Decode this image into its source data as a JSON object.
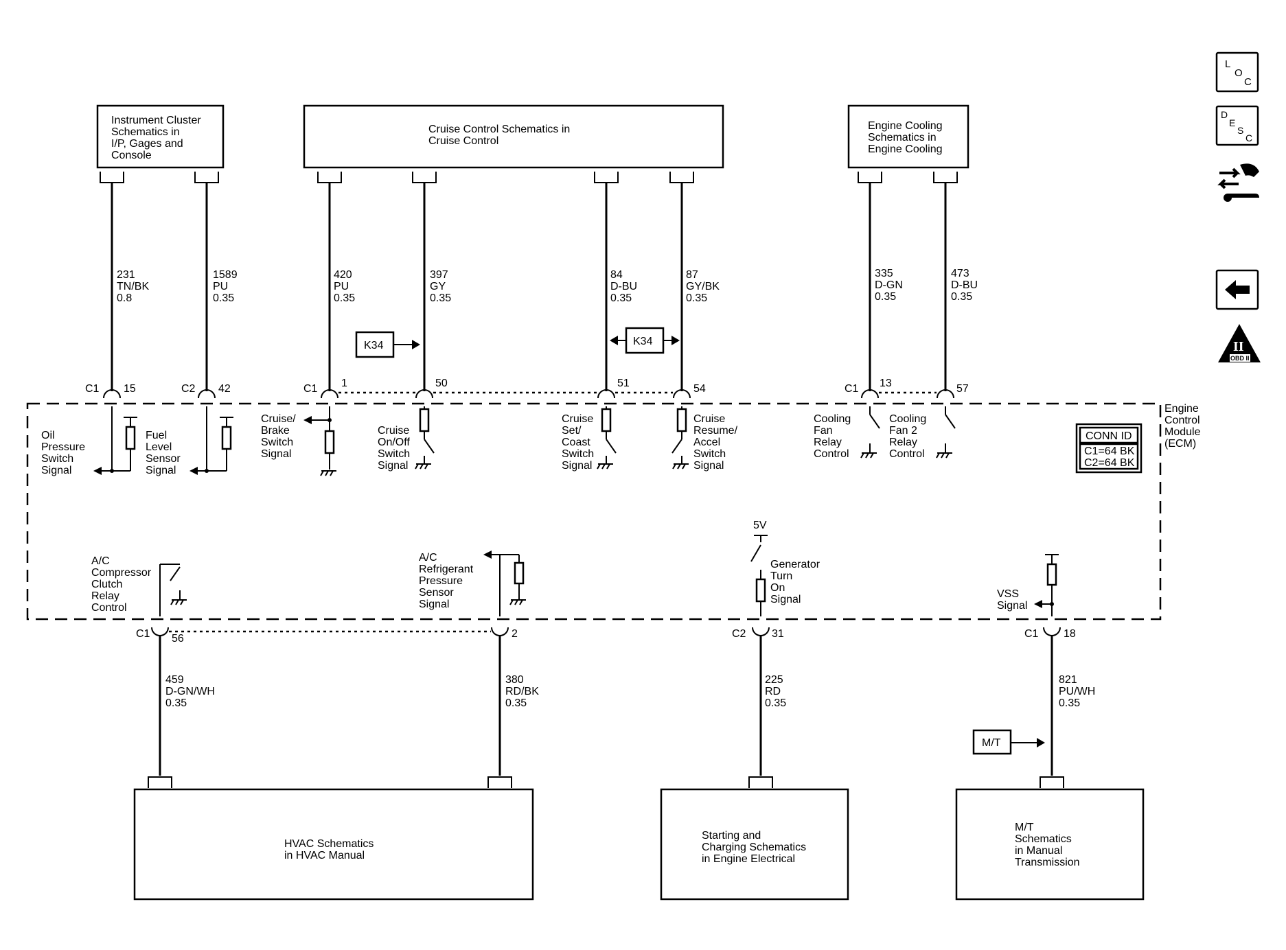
{
  "modules": {
    "instrument_cluster": [
      "Instrument Cluster",
      "Schematics in",
      "I/P, Gages and",
      "Console"
    ],
    "cruise_control": [
      "Cruise Control Schematics in",
      "Cruise Control"
    ],
    "engine_cooling": [
      "Engine Cooling",
      "Schematics in",
      "Engine Cooling"
    ],
    "hvac": [
      "HVAC Schematics",
      "in HVAC Manual"
    ],
    "starting_charging": [
      "Starting and",
      "Charging Schematics",
      "in Engine Electrical"
    ],
    "mt": [
      "M/T",
      "Schematics",
      "in Manual",
      "Transmission"
    ]
  },
  "ecm": {
    "label": [
      "Engine",
      "Control",
      "Module",
      "(ECM)"
    ],
    "conn_id": {
      "title": "CONN ID",
      "c1": "C1=64 BK",
      "c2": "C2=64 BK"
    }
  },
  "top_wires": [
    {
      "circuit": "231",
      "color": "TN/BK",
      "gauge": "0.8",
      "connector": "C1",
      "pin": "15",
      "signal": [
        "Oil",
        "Pressure",
        "Switch",
        "Signal"
      ]
    },
    {
      "circuit": "1589",
      "color": "PU",
      "gauge": "0.35",
      "connector": "C2",
      "pin": "42",
      "signal": [
        "Fuel",
        "Level",
        "Sensor",
        "Signal"
      ]
    },
    {
      "circuit": "420",
      "color": "PU",
      "gauge": "0.35",
      "connector": "C1",
      "pin": "1",
      "signal": [
        "Cruise/",
        "Brake",
        "Switch",
        "Signal"
      ]
    },
    {
      "circuit": "397",
      "color": "GY",
      "gauge": "0.35",
      "connector": "",
      "pin": "50",
      "signal": [
        "Cruise",
        "On/Off",
        "Switch",
        "Signal"
      ]
    },
    {
      "circuit": "84",
      "color": "D-BU",
      "gauge": "0.35",
      "connector": "",
      "pin": "51",
      "signal": [
        "Cruise",
        "Set/",
        "Coast",
        "Switch",
        "Signal"
      ]
    },
    {
      "circuit": "87",
      "color": "GY/BK",
      "gauge": "0.35",
      "connector": "",
      "pin": "54",
      "signal": [
        "Cruise",
        "Resume/",
        "Accel",
        "Switch",
        "Signal"
      ]
    },
    {
      "circuit": "335",
      "color": "D-GN",
      "gauge": "0.35",
      "connector": "C1",
      "pin": "13",
      "signal": [
        "Cooling",
        "Fan",
        "Relay",
        "Control"
      ]
    },
    {
      "circuit": "473",
      "color": "D-BU",
      "gauge": "0.35",
      "connector": "",
      "pin": "57",
      "signal": [
        "Cooling",
        "Fan 2",
        "Relay",
        "Control"
      ]
    }
  ],
  "bottom_wires": [
    {
      "circuit": "459",
      "color": "D-GN/WH",
      "gauge": "0.35",
      "connector": "C1",
      "pin": "56",
      "signal": [
        "A/C",
        "Compressor",
        "Clutch",
        "Relay",
        "Control"
      ]
    },
    {
      "circuit": "380",
      "color": "RD/BK",
      "gauge": "0.35",
      "connector": "",
      "pin": "2",
      "signal": [
        "A/C",
        "Refrigerant",
        "Pressure",
        "Sensor",
        "Signal"
      ]
    },
    {
      "circuit": "225",
      "color": "RD",
      "gauge": "0.35",
      "connector": "C2",
      "pin": "31",
      "signal": [
        "Generator",
        "Turn",
        "On",
        "Signal"
      ]
    },
    {
      "circuit": "821",
      "color": "PU/WH",
      "gauge": "0.35",
      "connector": "C1",
      "pin": "18",
      "signal": [
        "VSS",
        "Signal"
      ]
    }
  ],
  "tags": {
    "k34_left": "K34",
    "k34_right": "K34",
    "mt": "M/T",
    "five_v": "5V"
  },
  "side_icons": {
    "loc": [
      "L",
      "O",
      "C"
    ],
    "desc": [
      "D",
      "E",
      "S",
      "C"
    ],
    "obd": {
      "numeral": "II",
      "text": "OBD II"
    }
  }
}
